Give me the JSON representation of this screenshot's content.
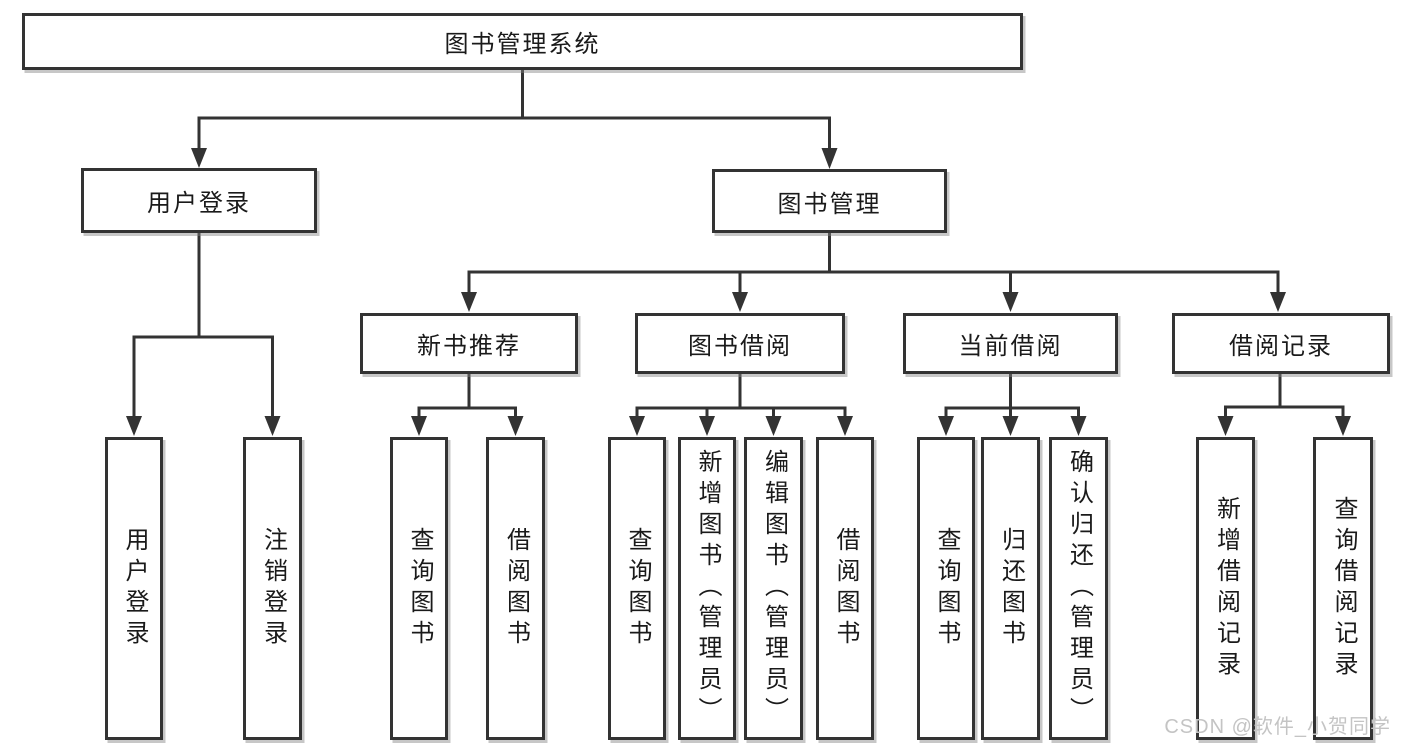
{
  "diagram": {
    "title": "图书管理系统",
    "level2": {
      "user_login": "用户登录",
      "book_management": "图书管理"
    },
    "level3": {
      "new_books": "新书推荐",
      "book_borrow": "图书借阅",
      "current_borrow": "当前借阅",
      "borrow_records": "借阅记录"
    },
    "leaves": {
      "user_login": [
        "用户登录",
        "注销登录"
      ],
      "new_books": [
        "查询图书",
        "借阅图书"
      ],
      "book_borrow": [
        "查询图书",
        "新增图书（管理员）",
        "编辑图书（管理员）",
        "借阅图书"
      ],
      "current_borrow": [
        "查询图书",
        "归还图书",
        "确认归还（管理员）"
      ],
      "borrow_records": [
        "新增借阅记录",
        "查询借阅记录"
      ]
    }
  },
  "watermark": "CSDN @软件_小贺同学",
  "colors": {
    "line": "#333333",
    "box_border": "#333333",
    "text": "#1a1a1a",
    "background": "#ffffff",
    "watermark": "#c4c4c4"
  }
}
